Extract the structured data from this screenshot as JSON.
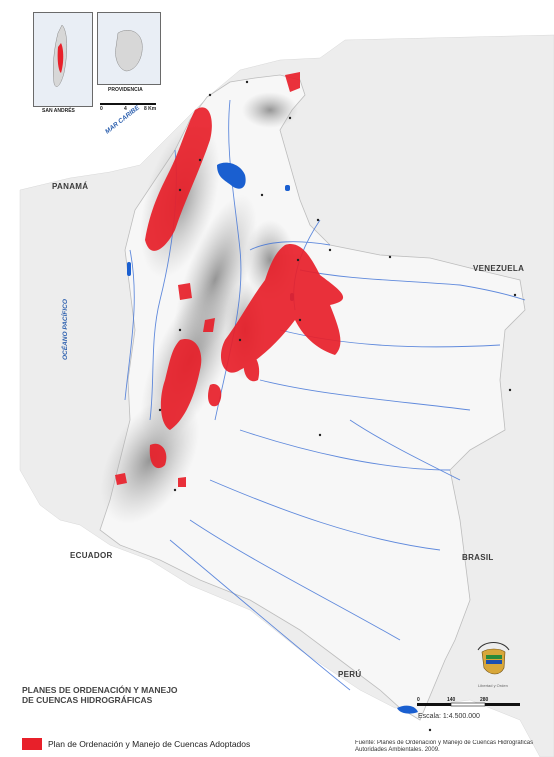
{
  "labels": {
    "sea_caribe": "MAR CARIBE",
    "pacific": "OCÉANO PACÍFICO",
    "panama": "PANAMÁ",
    "venezuela": "VENEZUELA",
    "ecuador": "ECUADOR",
    "brasil": "BRASIL",
    "peru": "PERÚ"
  },
  "insets": {
    "san_andres": "SAN ANDRÉS",
    "providencia": "PROVIDENCIA",
    "scale_ticks": [
      "0",
      "4",
      "8 Km"
    ]
  },
  "title_lines": [
    "PLANES DE ORDENACIÓN Y MANEJO",
    "DE CUENCAS HIDROGRÁFICAS"
  ],
  "legend": {
    "item": "Plan de Ordenación y Manejo de Cuencas Adoptados",
    "color": "#e8202a"
  },
  "scale": {
    "text": "Escala: 1:4.500.000",
    "ticks": [
      "0",
      "140",
      "280"
    ]
  },
  "seal_caption": "Libertad y Orden",
  "source_lines": [
    "Fuente: Planes de Ordenación y Manejo de Cuencas Hidrográficas",
    "Autoridades Ambientales. 2009."
  ],
  "colors": {
    "land": "#f2f2f2",
    "relief": "#9a9a9a",
    "water": "#1a5fd0",
    "rivers": "#3b6fd6",
    "basins": "#e8202a"
  }
}
